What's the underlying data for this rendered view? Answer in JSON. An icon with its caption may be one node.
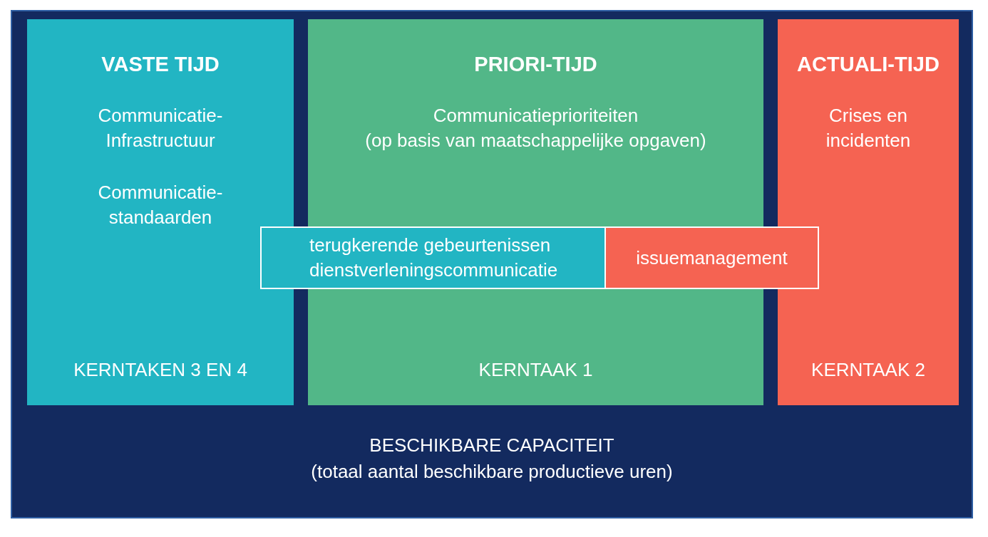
{
  "diagram": {
    "nodes": [
      {
        "text": [
          "BESCHIKBARE CAPACITEIT",
          "(totaal aantal beschikbare productieve uren)"
        ]
      },
      {
        "text": [
          "VASTE TIJD",
          "Communicatie- Infrastructuur",
          "Communicatie- standaarden",
          "KERNTAKEN 3 EN 4"
        ],
        "in": 0
      },
      {
        "text": [
          "PRIORI-TIJD",
          "Communicatieprioriteiten",
          "(op basis van maatschappelijke opgaven)",
          "KERNTAAK 1"
        ],
        "in": 0
      },
      {
        "text": [
          "ACTUALI-TIJD",
          "Crises en incidenten",
          "KERNTAAK 2"
        ],
        "in": 0
      },
      {
        "text": [
          "terugkerende gebeurtenissen",
          "dienstverleningscommunicatie"
        ],
        "in": 0
      },
      {
        "text": [
          "issuemanagement"
        ],
        "in": 0
      }
    ],
    "edges": []
  }
}
